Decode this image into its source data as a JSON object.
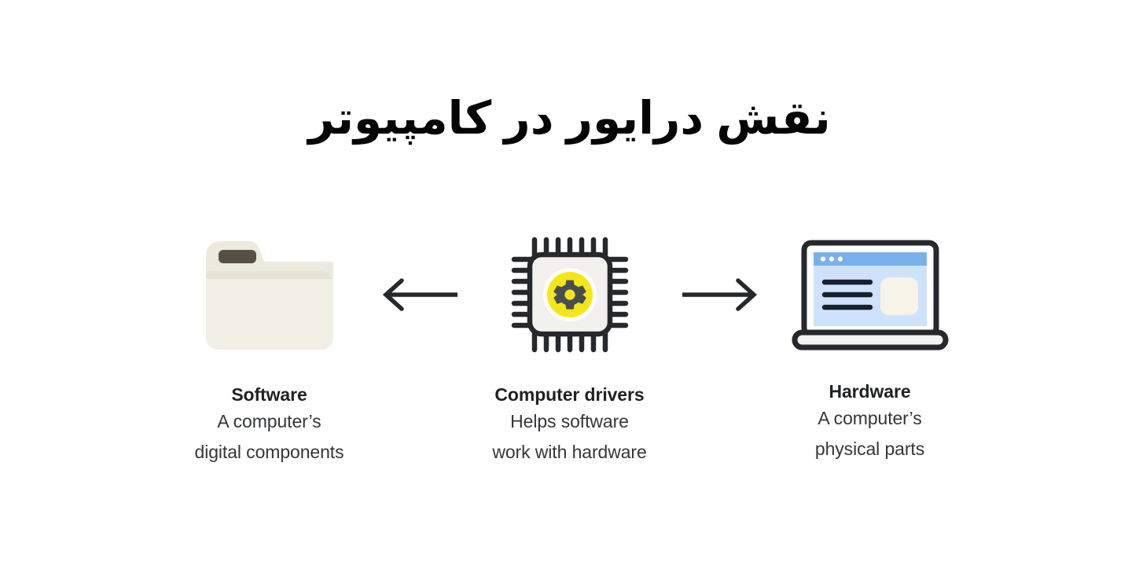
{
  "page": {
    "title": "نقش درایور در کامپیوتر",
    "background_color": "#ffffff",
    "text_color": "#1f2124"
  },
  "colors": {
    "accent_yellow": "#f5e619",
    "folder_cream": "#f2efe7",
    "folder_shade": "#e0ddd0",
    "folder_tab_label": "#554f46",
    "chip_outline": "#26282b",
    "chip_fill": "#f2f1ee",
    "gear_gray": "#4a4d50",
    "laptop_outline": "#26282b",
    "screen_blue": "#cfe2fb",
    "titlebar_blue": "#79b0ee",
    "screen_line": "#17202e",
    "screen_card": "#f7f3e9",
    "arrow_color": "#26282b"
  },
  "nodes": [
    {
      "id": "software",
      "icon": "folder-icon",
      "title": "Software",
      "desc_line_1": "A computer’s",
      "desc_line_2": "digital components"
    },
    {
      "id": "drivers",
      "icon": "cpu-chip-gear-icon",
      "title": "Computer drivers",
      "desc_line_1": "Helps software",
      "desc_line_2": "work with hardware"
    },
    {
      "id": "hardware",
      "icon": "laptop-icon",
      "title": "Hardware",
      "desc_line_1": "A computer’s",
      "desc_line_2": "physical parts"
    }
  ],
  "arrows": [
    {
      "id": "arrow-to-software",
      "icon": "arrow-left-icon",
      "direction": "left",
      "from": "drivers",
      "to": "software"
    },
    {
      "id": "arrow-to-hardware",
      "icon": "arrow-right-icon",
      "direction": "right",
      "from": "drivers",
      "to": "hardware"
    }
  ]
}
